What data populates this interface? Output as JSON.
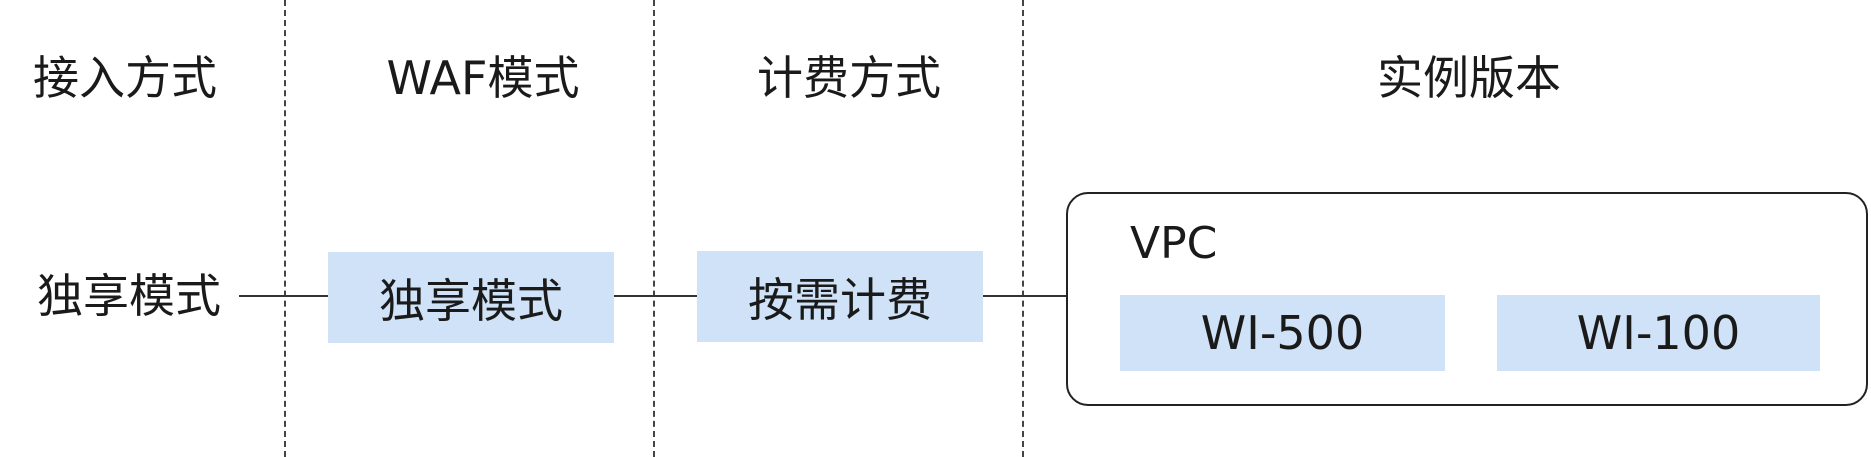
{
  "headers": {
    "access_mode": "接入方式",
    "waf_mode": "WAF模式",
    "billing_mode": "计费方式",
    "instance_edition": "实例版本"
  },
  "flow": {
    "access_mode": "独享模式",
    "waf_mode": "独享模式",
    "billing_mode": "按需计费"
  },
  "vpc": {
    "label": "VPC",
    "editions": [
      "WI-500",
      "WI-100"
    ]
  },
  "colors": {
    "box_fill": "#cfe2f7",
    "text": "#1a1a1a",
    "line": "#333333"
  }
}
